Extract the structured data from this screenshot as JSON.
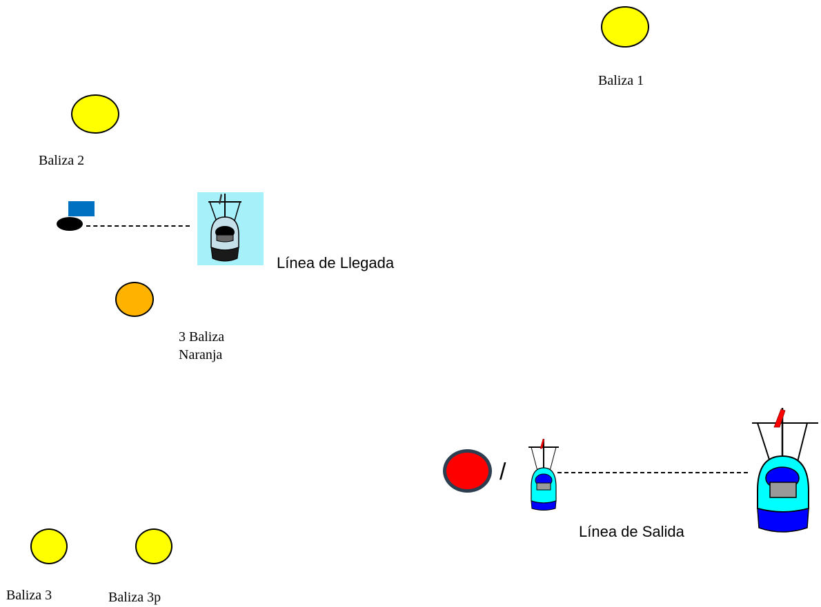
{
  "labels": {
    "baliza1": "Baliza 1",
    "baliza2": "Baliza 2",
    "baliza3": "Baliza 3",
    "baliza3p": "Baliza 3p",
    "baliza_naranja_line1": "3 Baliza",
    "baliza_naranja_line2": "Naranja",
    "linea_llegada": "Línea de Llegada",
    "linea_salida": "Línea de Salida",
    "slash": "/"
  },
  "colors": {
    "baliza_yellow": "#ffff00",
    "baliza_orange": "#ffb300",
    "start_red": "#ff0000",
    "flag_blue": "#0070c0",
    "boat_cyan": "#00ffff",
    "boat_blue": "#0000ff",
    "finish_bg": "#a6f0fa"
  },
  "icons": {
    "finish_boat": "committee-boat-icon",
    "start_boat_small": "small-boat-icon",
    "start_boat_large": "committee-boat-icon",
    "pin_buoy": "pin-buoy-icon",
    "blue_flag": "blue-flag-icon"
  }
}
